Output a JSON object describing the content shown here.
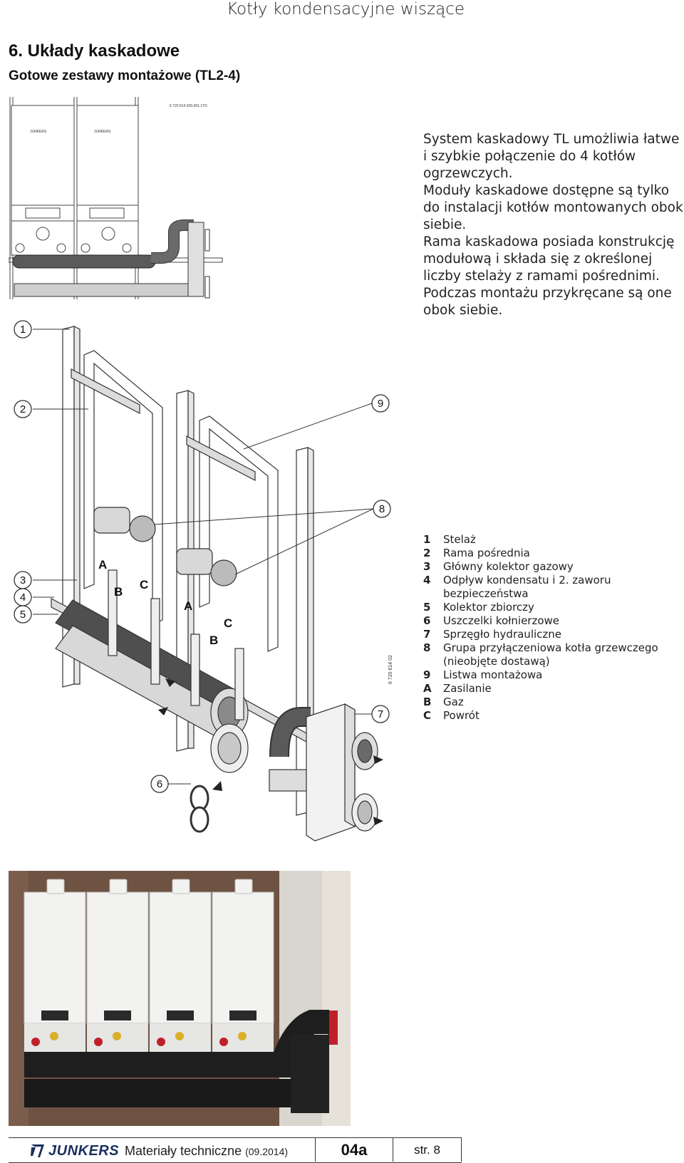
{
  "header": {
    "title": "Kotły kondensacyjne wiszące"
  },
  "section": {
    "title": "6. Układy kaskadowe",
    "subtitle": "Gotowe zestawy montażowe (TL2-4)"
  },
  "top_figure": {
    "code": "6 720 614 026-001.1TD",
    "brand_label": "JUNKERS"
  },
  "intro_paragraphs": [
    "System kaskadowy TL umożliwia łatwe i szybkie połączenie do 4 kotłów ogrzewczych.",
    "Moduły kaskadowe dostępne są tylko do instalacji kotłów montowanych obok siebie.",
    "Rama kaskadowa posiada konstrukcję modułową i składa się z określonej liczby stelaży z ramami pośrednimi. Podczas montażu przykręcane są one obok siebie."
  ],
  "main_figure": {
    "code": "6 720 614 02",
    "callouts": [
      "1",
      "2",
      "9",
      "8",
      "3",
      "4",
      "5",
      "7",
      "6"
    ],
    "letters": [
      "A",
      "B",
      "C",
      "A",
      "B",
      "C"
    ]
  },
  "legend": [
    {
      "key": "1",
      "text": "Stelaż"
    },
    {
      "key": "2",
      "text": "Rama pośrednia"
    },
    {
      "key": "3",
      "text": "Główny kolektor gazowy"
    },
    {
      "key": "4",
      "text": "Odpływ kondensatu i 2. zaworu bezpieczeństwa"
    },
    {
      "key": "5",
      "text": "Kolektor zbiorczy"
    },
    {
      "key": "6",
      "text": "Uszczelki kołnierzowe"
    },
    {
      "key": "7",
      "text": "Sprzęgło hydrauliczne"
    },
    {
      "key": "8",
      "text": "Grupa przyłączeniowa kotła grzewczego (nieobjęte dostawą)"
    },
    {
      "key": "9",
      "text": "Listwa montażowa"
    },
    {
      "key": "A",
      "text": "Zasilanie"
    },
    {
      "key": "B",
      "text": "Gaz"
    },
    {
      "key": "C",
      "text": "Powrót"
    }
  ],
  "footer": {
    "brand": "JUNKERS",
    "doc_label": "Materiały techniczne",
    "doc_date": "(09.2014)",
    "section_code": "04a",
    "page": "str. 8"
  },
  "colors": {
    "text": "#111111",
    "brand_blue": "#1a2f5e",
    "photo_wall": "#6e5242",
    "boiler_white": "#f2f2f0",
    "pipe_dark": "#2a2a2a",
    "valve_red": "#c0202a"
  }
}
